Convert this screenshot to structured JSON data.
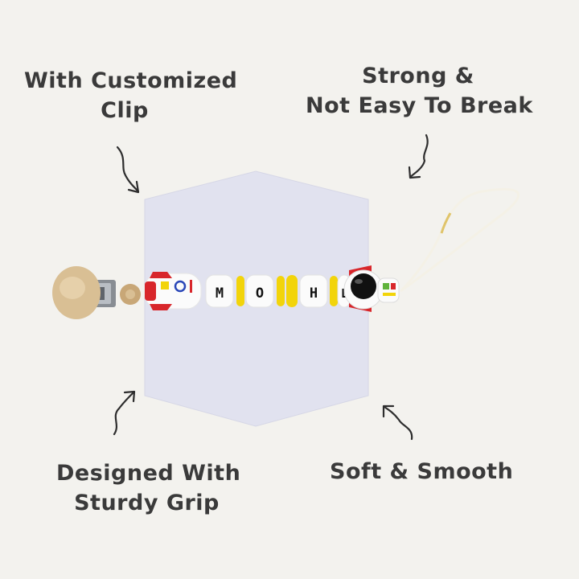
{
  "features": {
    "top_left": [
      "With Customized",
      "Clip"
    ],
    "top_right": [
      "Strong &",
      "Not Easy To Break"
    ],
    "bottom_left": [
      "Designed With",
      "Sturdy Grip"
    ],
    "bottom_right": [
      "Soft & Smooth"
    ]
  },
  "product": {
    "bead_letters": [
      "M",
      "O",
      "H",
      "D"
    ]
  },
  "colors": {
    "background": "#f3f2ee",
    "hexagon": "#e1e2ef",
    "text": "#3a3a3a",
    "bead_yellow": "#f2d40a",
    "bead_white": "#fbfbfb",
    "rocket_red": "#d8262b",
    "wood": "#d9bf94"
  }
}
